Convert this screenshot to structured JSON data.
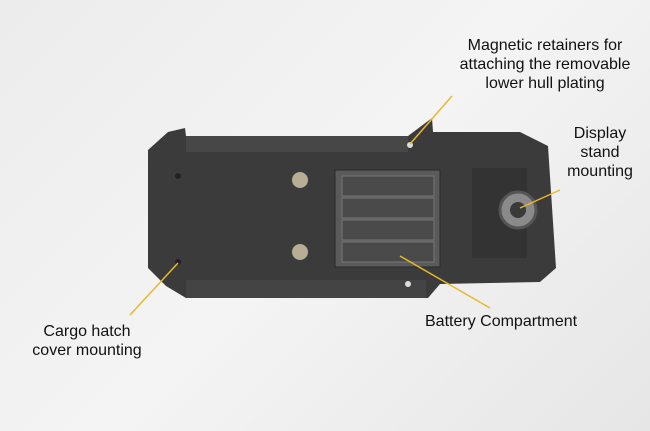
{
  "annotations": {
    "magnetic_retainers": [
      "Magnetic retainers for",
      "attaching the removable",
      "lower hull plating"
    ],
    "display_stand": [
      "Display",
      "stand",
      "mounting"
    ],
    "cargo_hatch": [
      "Cargo hatch",
      "cover mounting"
    ],
    "battery": "Battery Compartment"
  },
  "colors": {
    "hull": "#3b3b3b",
    "leader_line": "#e8b92a",
    "background": "#eeeeee"
  }
}
